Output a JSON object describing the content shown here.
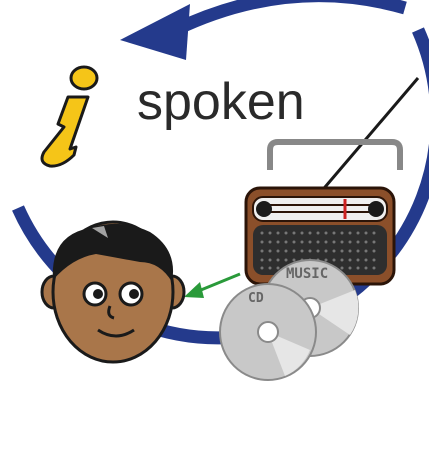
{
  "label": "spoken",
  "discs": {
    "back_label": "MUSIC",
    "front_label": "CD"
  },
  "icons": {
    "info": "info-icon",
    "cycle": "cycle-arrow-icon",
    "radio": "radio-icon",
    "discs": "disc-icon",
    "face": "face-icon",
    "pointer": "arrow-left-icon"
  },
  "colors": {
    "cycle_arrow": "#243a8c",
    "info_icon": "#f5c518",
    "radio_body": "#8b4f2a",
    "skin": "#a9764a",
    "pointer_arrow": "#2a9a3a"
  }
}
